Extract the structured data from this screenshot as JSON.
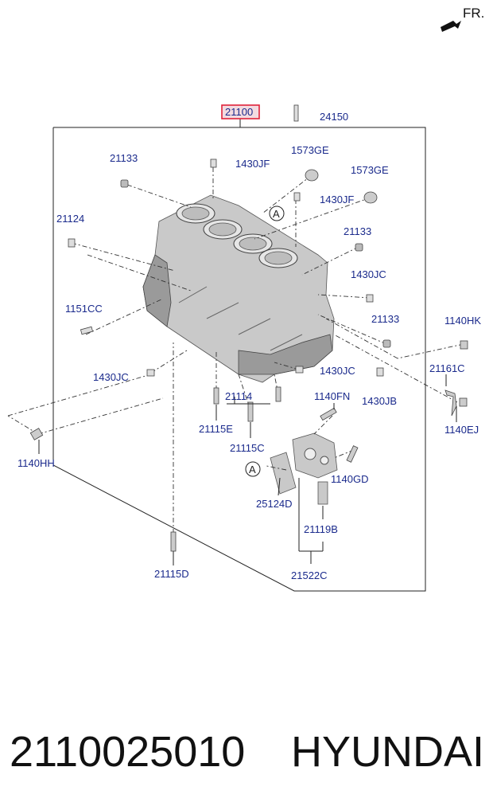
{
  "direction_label": "FR.",
  "callout_marker": "A",
  "main_part": {
    "label": "21100",
    "highlight_color": "#e0223a"
  },
  "labels": {
    "p24150": "24150",
    "p21133a": "21133",
    "p1430JFa": "1430JF",
    "p1573GEa": "1573GE",
    "p1573GEb": "1573GE",
    "p1430JFb": "1430JF",
    "p21124": "21124",
    "p21133b": "21133",
    "p1430JCa": "1430JC",
    "p1151CC": "1151CC",
    "p21133c": "21133",
    "p1140HK": "1140HK",
    "p21161C": "21161C",
    "p1430JCb": "1430JC",
    "p1430JCc": "1430JC",
    "p21114": "21114",
    "p1140FN": "1140FN",
    "p1430JB": "1430JB",
    "p1140EJ": "1140EJ",
    "p21115E": "21115E",
    "p21115C": "21115C",
    "p1140HH": "1140HH",
    "p1140GD": "1140GD",
    "p25124D": "25124D",
    "p21119B": "21119B",
    "p21115D": "21115D",
    "p21522C": "21522C"
  },
  "footer": {
    "part_number": "2110025010",
    "brand": "HYUNDAI"
  },
  "colors": {
    "label_blue": "#1a2a8c",
    "line": "#222222"
  }
}
